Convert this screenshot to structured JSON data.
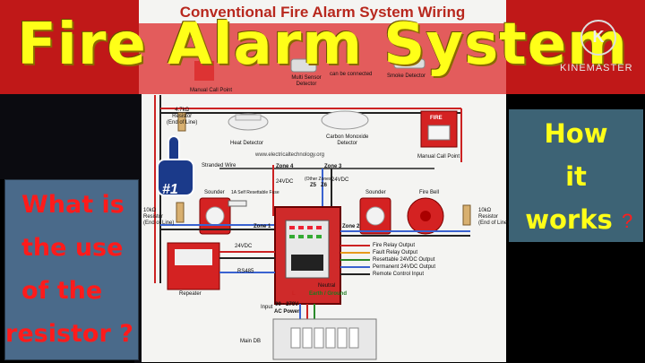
{
  "overlay_title": "Fire Alarm System",
  "diagram": {
    "title": "Conventional Fire Alarm System Wiring",
    "website": "www.electricaltechnology.org",
    "labels": {
      "manual_call_point_top": "Manual Call Point",
      "multi_sensor": "Multi Sensor\nDetector",
      "can_be_connected": "can be connected",
      "smoke_detector": "Smoke Detector",
      "resistor_top": "4.7kΩ\nResistor\n(End of Line)",
      "heat_detector": "Heat Detector",
      "co_detector": "Carbon Monoxide\nDetector",
      "manual_call_point": "Manual Call Point",
      "fire_sign": "FIRE",
      "stranded_wire": "Stranded Wire",
      "zone4": "Zone 4",
      "zone3": "Zone 3",
      "other_zones": "(Other Zones)",
      "z5": "Z5",
      "z6": "Z6",
      "v24_a": "24VDC",
      "v24_b": "24VDC",
      "v24_c": "24VDC",
      "sounder_left": "Sounder",
      "fuse": "1A Self Resettable Fuse",
      "sounder_right": "Sounder",
      "fire_bell": "Fire Bell",
      "resistor_left": "10kΩ\nResistor\n(End of Line)",
      "resistor_right": "10kΩ\nResistor\n(End of Line)",
      "zone1": "Zone 1",
      "zone2": "Zone 2",
      "out1": "Fire Relay Output",
      "out2": "Fault Relay Output",
      "out3": "Resettable 24VDC Output",
      "out4": "Permanent 24VDC Output",
      "out5": "Remote Control Input",
      "rs485": "RS485",
      "repeater": "Repeater",
      "neutral": "Neutral",
      "earth": "Earth / Ground",
      "live": "L",
      "input": "Input",
      "ac_power": "90 - 270V\nAC Power",
      "main_db": "Main DB"
    }
  },
  "left_question": [
    "What is",
    "the use",
    "of the",
    "resistor ?"
  ],
  "right_question": [
    "How",
    "it",
    "works"
  ],
  "right_qmark": "?",
  "badge_text": "#1",
  "watermark": {
    "logo": "K",
    "text": "KINEMASTER"
  },
  "colors": {
    "banner_red": "#c01818",
    "title_yellow": "#ffff18",
    "question_red": "#ff1b1b",
    "panel_blue": "#4a6a8a",
    "panel_teal": "#3d6375"
  }
}
